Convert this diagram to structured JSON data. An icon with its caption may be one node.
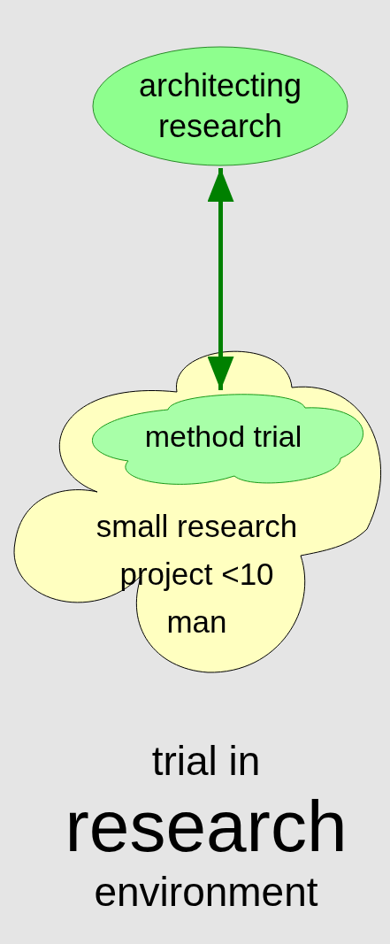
{
  "diagram": {
    "nodes": [
      {
        "text": [
          "architecting research"
        ]
      },
      {
        "text": [
          "small research project <10 man"
        ]
      },
      {
        "text": [
          "method trial"
        ],
        "in": 1
      }
    ],
    "edges": [
      {
        "from": 0,
        "to": 2,
        "arrow": "both",
        "color": "#008000"
      }
    ],
    "labels": [
      "trial in",
      "research",
      "environment"
    ]
  }
}
